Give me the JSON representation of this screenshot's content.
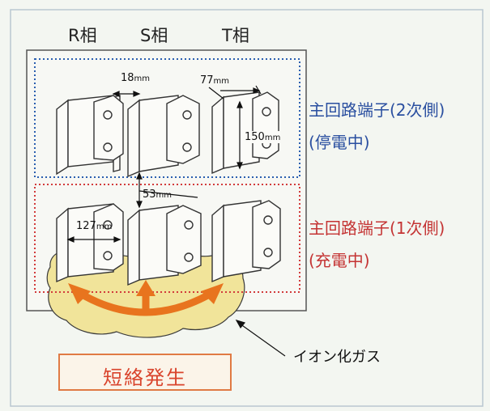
{
  "phases": [
    "R相",
    "S相",
    "T相"
  ],
  "secondary": {
    "line1": "主回路端子(2次側)",
    "line2": "(停電中)",
    "color": "#2a4fa0"
  },
  "primary": {
    "line1": "主回路端子(1次側)",
    "line2": "(充電中)",
    "color": "#c43434"
  },
  "dims": {
    "gap": {
      "value": "18",
      "unit": "mm"
    },
    "thickness": {
      "value": "77",
      "unit": "mm"
    },
    "height": {
      "value": "150",
      "unit": "mm"
    },
    "vertical_gap": {
      "value": "53",
      "unit": "mm"
    },
    "width": {
      "value": "127",
      "unit": "mm"
    }
  },
  "ion_gas": "イオン化ガス",
  "short_circuit": "短絡発生",
  "colors": {
    "gas": "#f1e49a",
    "arrow": "#e8741e",
    "box_border": "#e07a44",
    "short_text": "#d9442c"
  }
}
